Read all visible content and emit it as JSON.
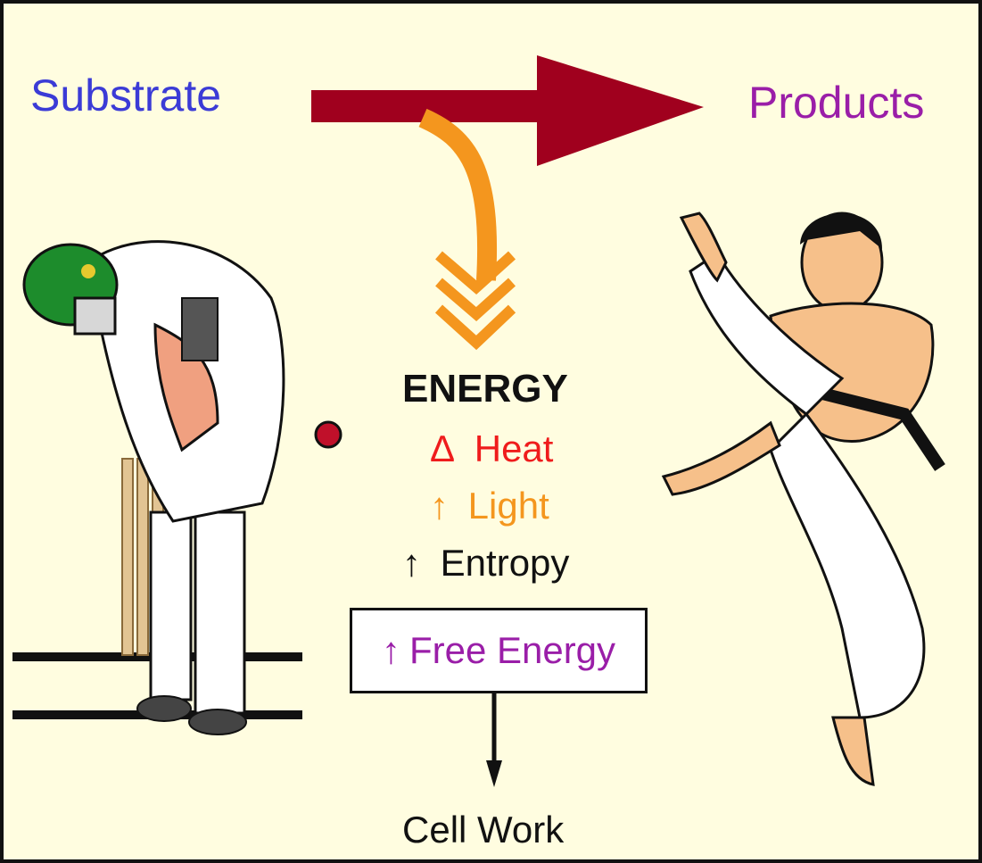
{
  "labels": {
    "substrate": "Substrate",
    "products": "Products",
    "energy_title": "ENERGY",
    "cell_work": "Cell Work"
  },
  "energy_rows": [
    {
      "symbol": "Δ",
      "text": "Heat",
      "color": "#ef1c1c"
    },
    {
      "symbol": "↑",
      "text": "Light",
      "color": "#f4961e"
    },
    {
      "symbol": "↑",
      "text": "Entropy",
      "color": "#111111"
    }
  ],
  "free_energy": {
    "symbol": "↑",
    "text": "Free Energy",
    "color": "#9a1ea8"
  },
  "colors": {
    "background": "#fffde0",
    "main_arrow": "#a0001e",
    "energy_arrow": "#f4961e",
    "substrate_text": "#3b3bd6",
    "products_text": "#9a1ea8"
  },
  "illustrations": {
    "left": "cricket-batsman-illustration",
    "right": "martial-artist-kicking-illustration"
  }
}
